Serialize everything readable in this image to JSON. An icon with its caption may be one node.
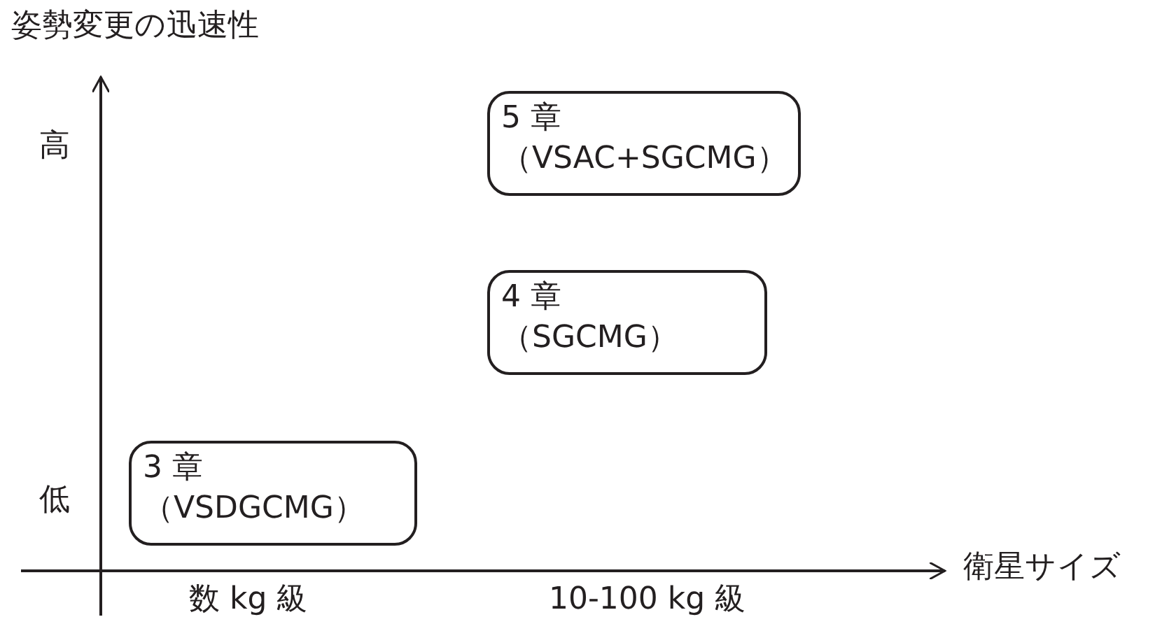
{
  "diagram": {
    "nodes": [
      {
        "text": [
          "5 章",
          "（VSAC+SGCMG）"
        ]
      },
      {
        "text": [
          "4 章",
          "（SGCMG）"
        ]
      },
      {
        "text": [
          "3 章",
          "（VSDGCMG）"
        ]
      }
    ],
    "labels": [
      "姿勢変更の迅速性",
      "高",
      "低",
      "衛星サイズ",
      "数 kg 級",
      "10-100 kg 級"
    ]
  }
}
